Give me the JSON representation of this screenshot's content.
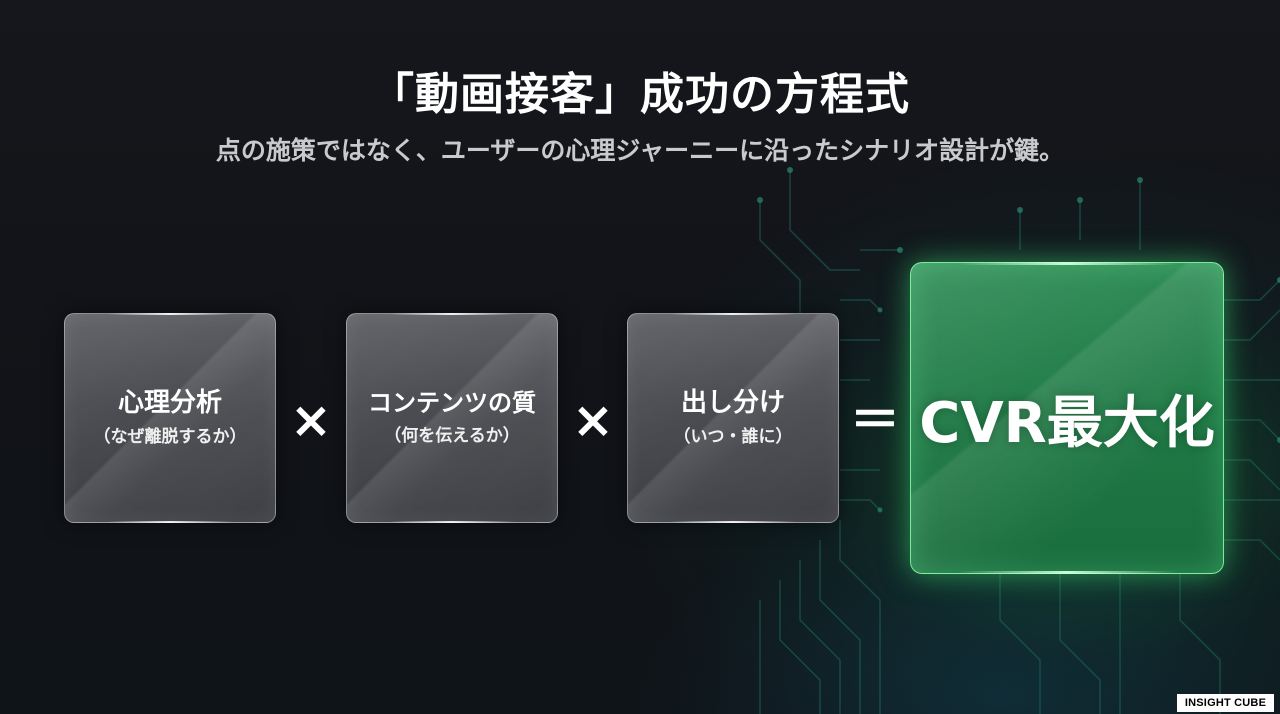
{
  "title": "「動画接客」成功の方程式",
  "subtitle": "点の施策ではなく、ユーザーの心理ジャーニーに沿ったシナリオ設計が鍵。",
  "cards": [
    {
      "title": "心理分析",
      "sub": "（なぜ離脱するか）"
    },
    {
      "title": "コンテンツの質",
      "sub": "（何を伝えるか）"
    },
    {
      "title": "出し分け",
      "sub": "（いつ・誰に）"
    }
  ],
  "operators": {
    "multiply": "×",
    "equals": "＝"
  },
  "result": {
    "label": "CVR最大化"
  },
  "brand": "INSIGHT CUBE",
  "colors": {
    "background": "#131519",
    "card": "#4f5156",
    "result_green": "#237f4a",
    "glow_green": "#3ce678",
    "circuit": "#1f6b5a"
  }
}
